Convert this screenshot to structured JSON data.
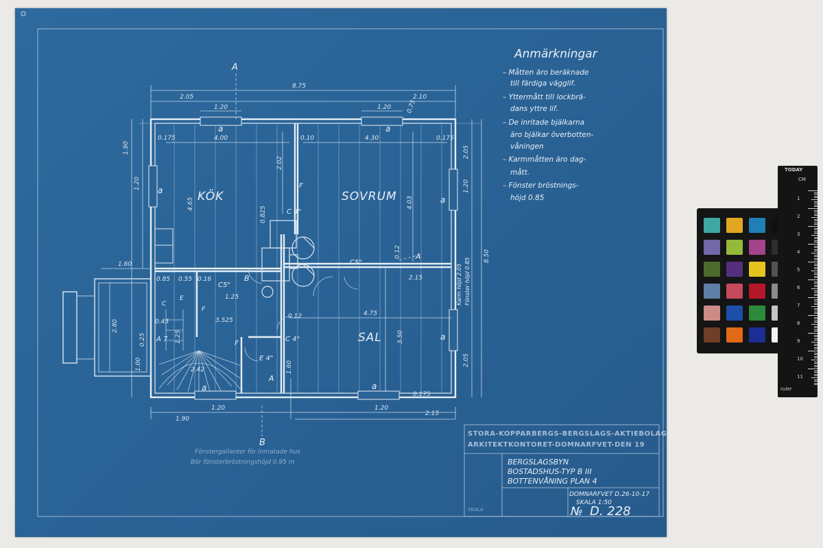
{
  "notes": {
    "heading": "Anmärkningar",
    "lines": [
      "– Måtten äro beräknade",
      "till färdiga vägglif.",
      "– Yttermått till lockbrä-",
      "dans yttre lif.",
      "– De inritade bjälkarna",
      "äro bjälkar överbotten-",
      "våningen",
      "– Karmmåtten äro dag-",
      "mått.",
      "– Fönster bröstnings-",
      "höjd 0.85"
    ]
  },
  "rooms": {
    "kok": "KÖK",
    "sovrum": "SOVRUM",
    "sal": "SAL"
  },
  "dimensions": {
    "total_width": "8.75",
    "left_seg": "2.05",
    "right_seg": "2.10",
    "win_top_left": "1.20",
    "win_top_right": "1.20",
    "win_top_small": "0.75",
    "kok_w": "4.00",
    "sovrum_w": "4.30",
    "wall1": "0.175",
    "wall2": "0.10",
    "wall3": "0.175",
    "kok_h": "4.65",
    "sovrum_h": "4.03",
    "mid_h": "2.02",
    "pantry": "0.825",
    "left_top": "1.90",
    "left_win": "1.20",
    "right_top": "2.05",
    "right_win": "1.20",
    "right_total": "8.50",
    "right_bottom": "2.05",
    "porch_w": "1.60",
    "porch_h": "2.80",
    "porch_lower": "1.00",
    "hall_w": "3.525",
    "sal_w": "4.75",
    "sal_h": "3.50",
    "small_215_a": "2.15",
    "small_215_b": "2.15",
    "small_012_a": "0.12",
    "small_012_b": "0.12",
    "stair": "2.42",
    "stair_w": "1.25",
    "bottom_left": "1.90",
    "bottom_win": "1.20",
    "bottom_win2": "1.20",
    "bottom_small": "0.175",
    "bottom_right": "2.15",
    "sal_left": "1.60",
    "mid_small": "0.85",
    "mid_small2": "0.55",
    "c45": "0.45",
    "c16": "0.16",
    "c25": "0.25",
    "c125": "1.25"
  },
  "labels": {
    "a_top_left": "a",
    "a_top_right": "a",
    "a_left": "a",
    "a_right_top": "a",
    "a_right_bottom": "a",
    "a_bottom_left": "a",
    "a_bottom_right": "a",
    "section_a_top": "A",
    "section_a_mid": "A",
    "section_a_low": "A",
    "section_b_top": "B",
    "section_b_bottom": "B",
    "c4": "C 4\"",
    "c5": "C5\"",
    "c5b": "C5\"",
    "c4b": "C 4\"",
    "e4": "E 4\"",
    "F1": "F",
    "F2": "F",
    "F3": "F",
    "A7": "A 7",
    "C_small": "C",
    "E_small": "E"
  },
  "side_note": {
    "line1": "Karm höjd 2.05",
    "line2": "Fönster höjd 0.85"
  },
  "bottom_note": {
    "line1": "Fönstergallanter för inmatade hus",
    "line2": "Bör fönsterbröstningshöjd  0.95 m"
  },
  "title_block": {
    "company": "STORA-KOPPARBERGS-BERGSLAGS-AKTIEBOLAG",
    "office": "ARKITEKTKONTORET-DOMNARFVET-DEN  19",
    "project": "BERGSLAGSBYN",
    "type": "BOSTADSHUS-TYP B III",
    "plan": "BOTTENVÅNING  PLAN 4",
    "date": "DOMNARFVET D.26-10-17",
    "scale": "SKALA 1:50",
    "number_prefix": "№",
    "number": "D. 228",
    "skala_label": "SKALA"
  },
  "ruler": {
    "brand_top": "TODAY",
    "unit": "CM",
    "ticks": [
      "1",
      "2",
      "3",
      "4",
      "5",
      "6",
      "7",
      "8",
      "9",
      "10",
      "11"
    ],
    "brand_bottom": "ruler"
  },
  "colors": {
    "paper": "#2a6396",
    "ink": "#e6eef6",
    "checker": [
      [
        "#3fa6a3",
        "#e2a621",
        "#1e80b6",
        "#101010"
      ],
      [
        "#7368a8",
        "#95b93a",
        "#a2438c",
        "#2d2d2d"
      ],
      [
        "#4d6a2c",
        "#54307c",
        "#e6c41e",
        "#525252"
      ],
      [
        "#5f80a6",
        "#c64a5c",
        "#b5172a",
        "#8a8a8a"
      ],
      [
        "#cc8b86",
        "#1e4fa8",
        "#2d8a3c",
        "#c4c4c4"
      ],
      [
        "#6e3f26",
        "#e26a17",
        "#1c2e93",
        "#f2f2f2"
      ]
    ]
  }
}
